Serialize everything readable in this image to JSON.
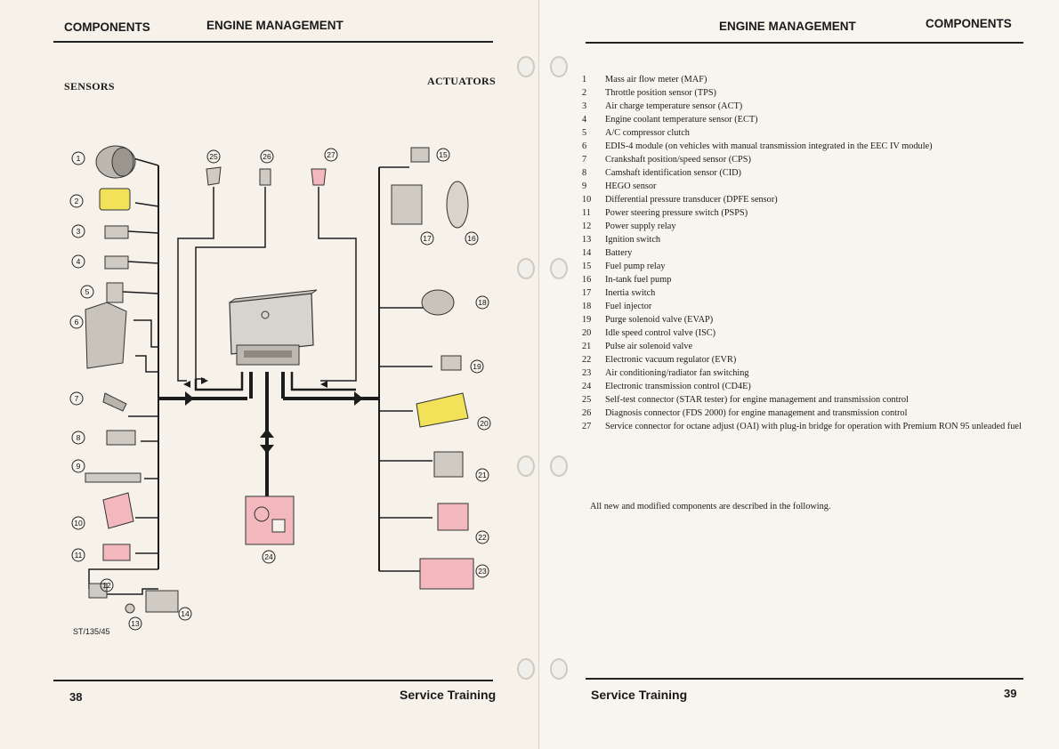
{
  "left_page": {
    "header_left": "COMPONENTS",
    "header_right": "ENGINE MANAGEMENT",
    "sensors_label": "SENSORS",
    "actuators_label": "ACTUATORS",
    "reference_code": "ST/135/45",
    "page_number": "38",
    "footer_title": "Service Training",
    "callouts": [
      "1",
      "2",
      "3",
      "4",
      "5",
      "6",
      "7",
      "8",
      "9",
      "10",
      "11",
      "12",
      "13",
      "14",
      "15",
      "16",
      "17",
      "18",
      "19",
      "20",
      "21",
      "22",
      "23",
      "24",
      "25",
      "26",
      "27"
    ]
  },
  "right_page": {
    "header_left": "ENGINE MANAGEMENT",
    "header_right": "COMPONENTS",
    "components": [
      {
        "num": "1",
        "text": "Mass air flow meter (MAF)"
      },
      {
        "num": "2",
        "text": "Throttle position sensor (TPS)"
      },
      {
        "num": "3",
        "text": "Air charge temperature sensor (ACT)"
      },
      {
        "num": "4",
        "text": "Engine coolant temperature sensor (ECT)"
      },
      {
        "num": "5",
        "text": "A/C compressor clutch"
      },
      {
        "num": "6",
        "text": "EDIS-4 module (on vehicles with manual transmission integrated in the EEC IV module)"
      },
      {
        "num": "7",
        "text": "Crankshaft position/speed sensor (CPS)"
      },
      {
        "num": "8",
        "text": "Camshaft identification sensor (CID)"
      },
      {
        "num": "9",
        "text": "HEGO sensor"
      },
      {
        "num": "10",
        "text": "Differential pressure transducer (DPFE sensor)"
      },
      {
        "num": "11",
        "text": "Power steering pressure switch (PSPS)"
      },
      {
        "num": "12",
        "text": "Power supply relay"
      },
      {
        "num": "13",
        "text": "Ignition switch"
      },
      {
        "num": "14",
        "text": "Battery"
      },
      {
        "num": "15",
        "text": "Fuel pump relay"
      },
      {
        "num": "16",
        "text": "In-tank fuel pump"
      },
      {
        "num": "17",
        "text": "Inertia switch"
      },
      {
        "num": "18",
        "text": "Fuel injector"
      },
      {
        "num": "19",
        "text": "Purge solenoid valve (EVAP)"
      },
      {
        "num": "20",
        "text": "Idle speed control valve (ISC)"
      },
      {
        "num": "21",
        "text": "Pulse air solenoid valve"
      },
      {
        "num": "22",
        "text": "Electronic vacuum regulator (EVR)"
      },
      {
        "num": "23",
        "text": "Air conditioning/radiator fan switching"
      },
      {
        "num": "24",
        "text": "Electronic transmission control (CD4E)"
      },
      {
        "num": "25",
        "text": "Self-test connector (STAR tester) for engine management and transmission control"
      },
      {
        "num": "26",
        "text": "Diagnosis connector (FDS 2000) for engine management and transmission control"
      },
      {
        "num": "27",
        "text": "Service connector for octane adjust (OAI) with plug-in bridge for operation with Premium RON 95 unleaded fuel"
      }
    ],
    "note": "All new and modified components are described in the following.",
    "page_number": "39",
    "footer_title": "Service Training"
  },
  "colors": {
    "highlight_pink": "#f3b8bd",
    "highlight_yellow": "#f2e25a",
    "wire": "#1c1c1c",
    "paper": "#f6f2ea"
  }
}
